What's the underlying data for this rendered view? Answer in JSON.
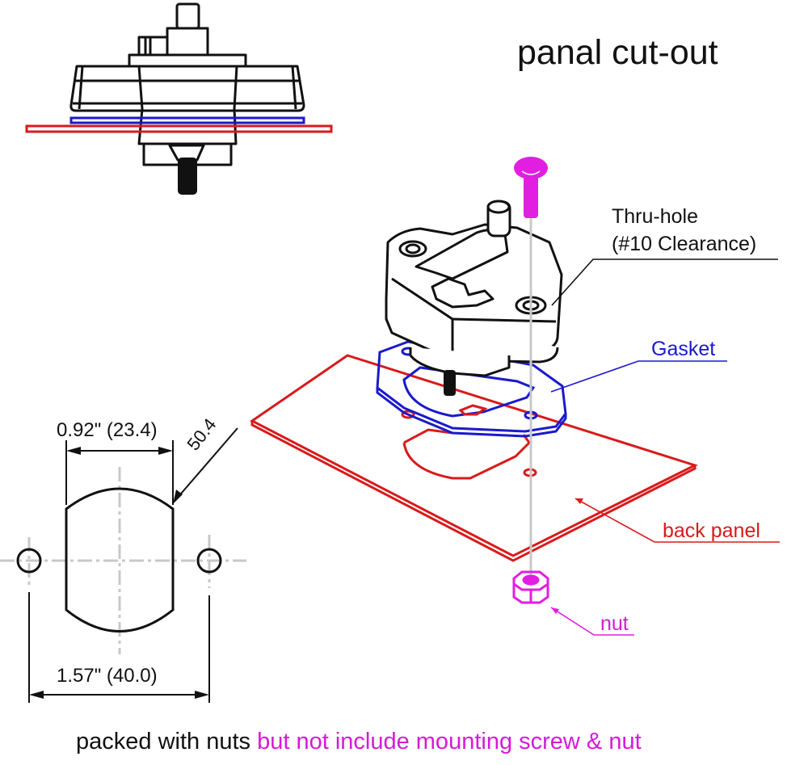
{
  "title": "panal cut-out",
  "callouts": {
    "thru_hole_line1": "Thru-hole",
    "thru_hole_line2": "(#10 Clearance)",
    "gasket": "Gasket",
    "back_panel": "back panel",
    "nut": "nut"
  },
  "dimensions": {
    "cutout_width": "0.92\" (23.4)",
    "arc_radius": "50.4",
    "hole_spacing": "1.57\" (40.0)"
  },
  "footer": {
    "black_part": "packed with nuts",
    "magenta_part": "but not include mounting screw & nut"
  },
  "colors": {
    "outline": "#111111",
    "gasket": "#1a1acc",
    "panel": "#d91a1a",
    "hardware": "#d61ad6",
    "centerline": "#c8c8c8"
  }
}
